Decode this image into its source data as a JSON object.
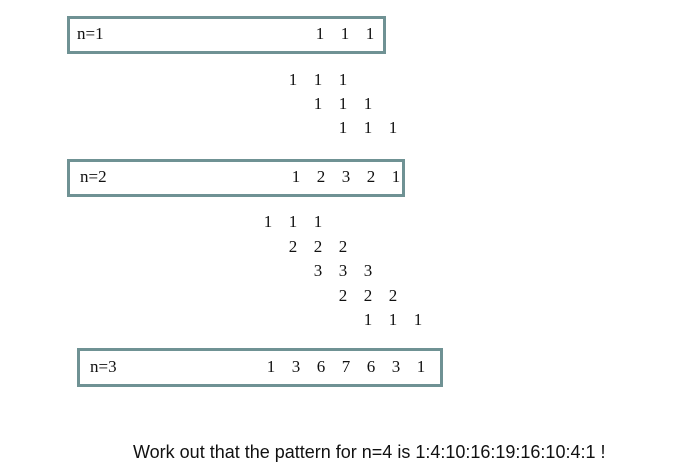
{
  "sections": [
    {
      "label": "n=1",
      "summary": [
        "1",
        "1",
        "1"
      ],
      "shifted_rows": [
        [
          "1",
          "1",
          "1"
        ],
        [
          "1",
          "1",
          "1"
        ],
        [
          "1",
          "1",
          "1"
        ]
      ]
    },
    {
      "label": "n=2",
      "summary": [
        "1",
        "2",
        "3",
        "2",
        "1"
      ],
      "shifted_rows": [
        [
          "1",
          "1",
          "1"
        ],
        [
          "2",
          "2",
          "2"
        ],
        [
          "3",
          "3",
          "3"
        ],
        [
          "2",
          "2",
          "2"
        ],
        [
          "1",
          "1",
          "1"
        ]
      ]
    },
    {
      "label": "n=3",
      "summary": [
        "1",
        "3",
        "6",
        "7",
        "6",
        "3",
        "1"
      ],
      "shifted_rows": []
    }
  ],
  "caption": "Work out that the pattern for n=4 is 1:4:10:16:19:16:10:4:1 !"
}
